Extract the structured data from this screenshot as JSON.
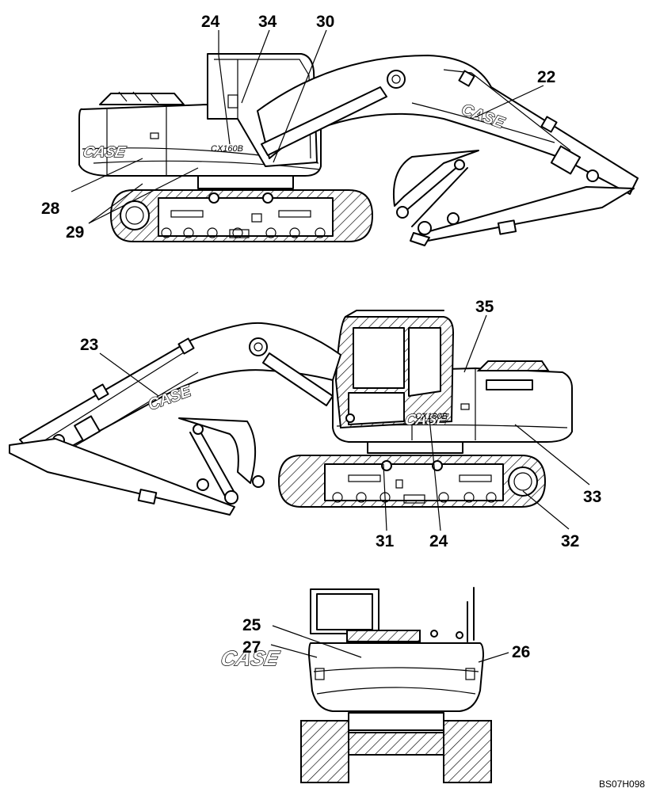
{
  "diagram": {
    "reference_code": "BS07H098",
    "views": {
      "left_side": {
        "brand": "CASE",
        "model": "CX160B",
        "callouts": [
          "24",
          "34",
          "30",
          "22",
          "28",
          "29"
        ]
      },
      "right_side": {
        "brand": "CASE",
        "model": "CX160B",
        "callouts": [
          "23",
          "35",
          "33",
          "31",
          "24",
          "32"
        ]
      },
      "rear": {
        "brand": "CASE",
        "callouts": [
          "25",
          "27",
          "26"
        ]
      }
    }
  }
}
